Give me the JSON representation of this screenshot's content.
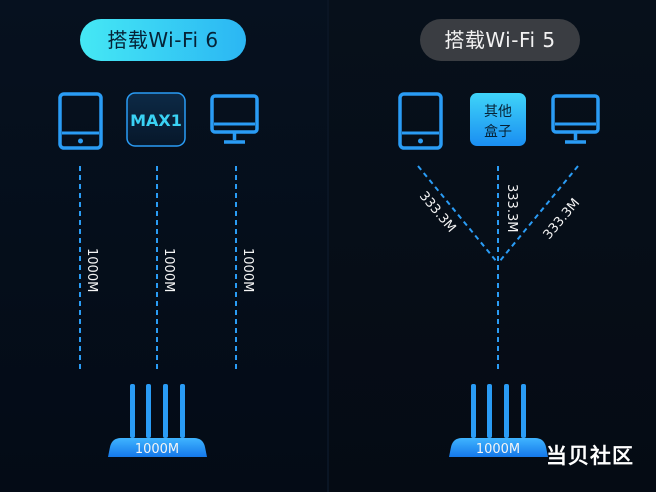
{
  "wifi6": {
    "title": "搭载Wi-Fi 6",
    "max_box_label": "MAX1",
    "links": [
      "1000M",
      "1000M",
      "1000M"
    ],
    "router_label": "1000M"
  },
  "wifi5": {
    "title": "搭载Wi-Fi 5",
    "other_box_label": [
      "其他",
      "盒子"
    ],
    "links": [
      "333.3M",
      "333.3M",
      "333.3M"
    ],
    "router_label": "1000M"
  },
  "watermark": "当贝社区",
  "colors": {
    "accent": "#2a9cf5",
    "device_fill": "#1a7cf2",
    "pill_left": "#3ad2f4",
    "pill_right": "#3a3d42",
    "background": "#040b16"
  },
  "icons": {
    "left": [
      "tablet-icon",
      "max1-box-icon",
      "monitor-icon"
    ],
    "right": [
      "tablet-icon",
      "other-box-icon",
      "monitor-icon"
    ],
    "router": "router-icon"
  }
}
